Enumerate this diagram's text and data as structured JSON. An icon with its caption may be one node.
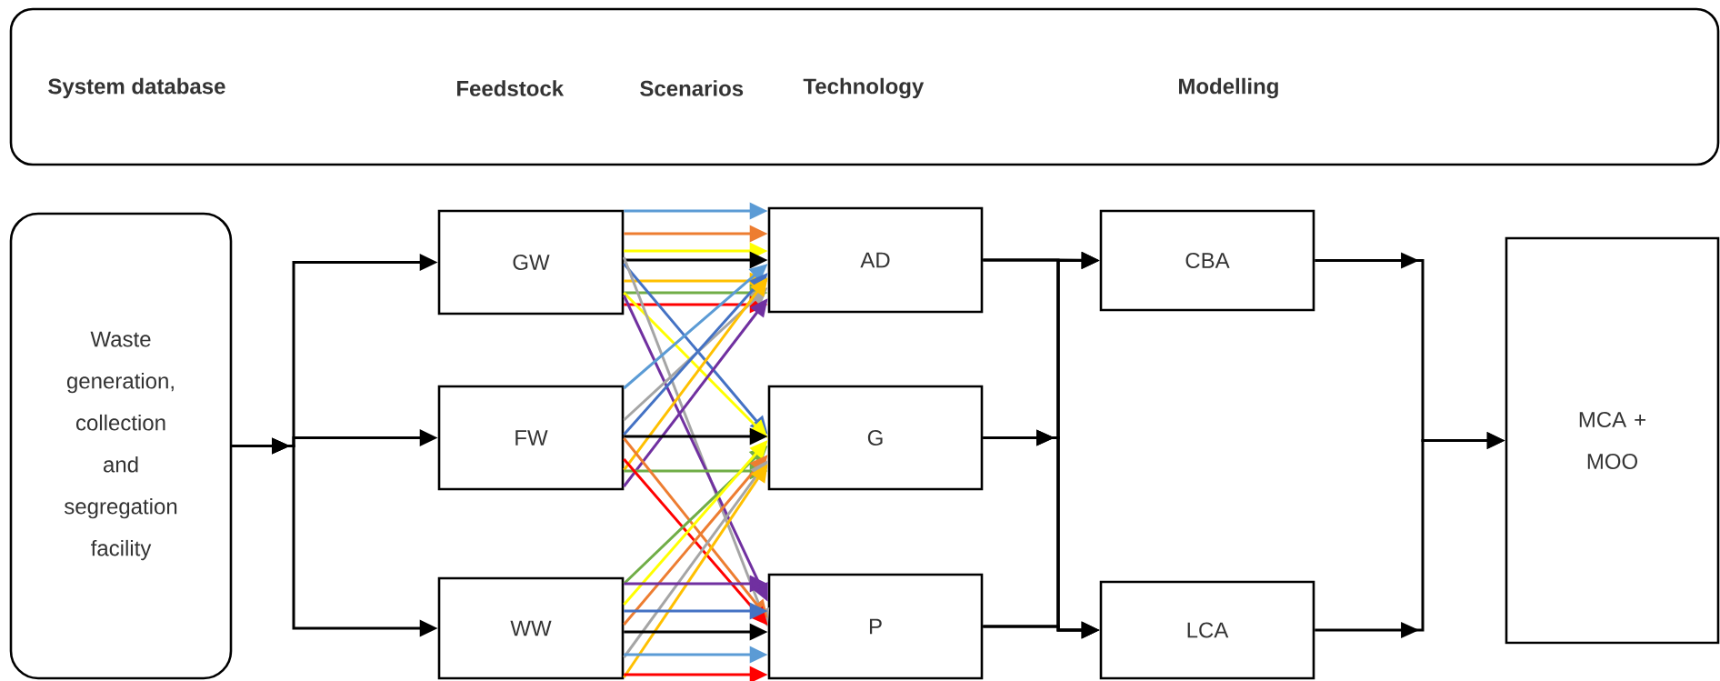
{
  "diagram": {
    "nodes": [
      {
        "text": [
          "System database",
          "Feedstock",
          "Scenarios",
          "Technology",
          "Modelling"
        ]
      },
      {
        "text": [
          "Waste generation, collection and segregation facility"
        ]
      },
      {
        "text": [
          "GW"
        ]
      },
      {
        "text": [
          "FW"
        ]
      },
      {
        "text": [
          "WW"
        ]
      },
      {
        "text": [
          "AD"
        ]
      },
      {
        "text": [
          "G"
        ]
      },
      {
        "text": [
          "P"
        ]
      },
      {
        "text": [
          "CBA"
        ]
      },
      {
        "text": [
          "LCA"
        ]
      },
      {
        "text": [
          "MCA + MOO"
        ]
      }
    ],
    "edges": [
      {
        "from": 1,
        "to": 2,
        "arrow": "to"
      },
      {
        "from": 1,
        "to": 3,
        "arrow": "to"
      },
      {
        "from": 1,
        "to": 4,
        "arrow": "to"
      },
      {
        "from": 2,
        "to": 5,
        "arrow": "to",
        "color": "#5b9bd5"
      },
      {
        "from": 2,
        "to": 5,
        "arrow": "to",
        "color": "#ed7d31"
      },
      {
        "from": 2,
        "to": 5,
        "arrow": "to",
        "color": "#ffff00"
      },
      {
        "from": 2,
        "to": 5,
        "arrow": "to"
      },
      {
        "from": 2,
        "to": 5,
        "arrow": "to",
        "color": "#ffc000"
      },
      {
        "from": 2,
        "to": 5,
        "arrow": "to",
        "color": "#70ad47"
      },
      {
        "from": 2,
        "to": 5,
        "arrow": "to",
        "color": "#ff0000"
      },
      {
        "from": 2,
        "to": 6,
        "arrow": "to",
        "color": "#4472c4"
      },
      {
        "from": 2,
        "to": 6,
        "arrow": "to",
        "color": "#ffff00"
      },
      {
        "from": 2,
        "to": 7,
        "arrow": "to",
        "color": "#a5a5a5"
      },
      {
        "from": 2,
        "to": 7,
        "arrow": "to",
        "color": "#7030a0"
      },
      {
        "from": 3,
        "to": 5,
        "arrow": "to",
        "color": "#5b9bd5"
      },
      {
        "from": 3,
        "to": 5,
        "arrow": "to",
        "color": "#a5a5a5"
      },
      {
        "from": 3,
        "to": 5,
        "arrow": "to",
        "color": "#4472c4"
      },
      {
        "from": 3,
        "to": 5,
        "arrow": "to",
        "color": "#ffc000"
      },
      {
        "from": 3,
        "to": 5,
        "arrow": "to",
        "color": "#7030a0"
      },
      {
        "from": 3,
        "to": 6,
        "arrow": "to"
      },
      {
        "from": 3,
        "to": 6,
        "arrow": "to",
        "color": "#70ad47"
      },
      {
        "from": 3,
        "to": 7,
        "arrow": "to",
        "color": "#ed7d31"
      },
      {
        "from": 3,
        "to": 7,
        "arrow": "to",
        "color": "#ff0000"
      },
      {
        "from": 4,
        "to": 6,
        "arrow": "to",
        "color": "#70ad47"
      },
      {
        "from": 4,
        "to": 6,
        "arrow": "to",
        "color": "#ffff00"
      },
      {
        "from": 4,
        "to": 6,
        "arrow": "to",
        "color": "#ed7d31"
      },
      {
        "from": 4,
        "to": 6,
        "arrow": "to",
        "color": "#a5a5a5"
      },
      {
        "from": 4,
        "to": 6,
        "arrow": "to",
        "color": "#ffc000"
      },
      {
        "from": 4,
        "to": 7,
        "arrow": "to",
        "color": "#7030a0"
      },
      {
        "from": 4,
        "to": 7,
        "arrow": "to",
        "color": "#4472c4"
      },
      {
        "from": 4,
        "to": 7,
        "arrow": "to"
      },
      {
        "from": 4,
        "to": 7,
        "arrow": "to",
        "color": "#5b9bd5"
      },
      {
        "from": 4,
        "to": 7,
        "arrow": "to",
        "color": "#ff0000"
      },
      {
        "from": 5,
        "to": 8,
        "arrow": "to"
      },
      {
        "from": 5,
        "to": 9,
        "arrow": "to"
      },
      {
        "from": 6,
        "to": 8,
        "arrow": "to"
      },
      {
        "from": 6,
        "to": 9,
        "arrow": "to"
      },
      {
        "from": 7,
        "to": 8,
        "arrow": "to"
      },
      {
        "from": 7,
        "to": 9,
        "arrow": "to"
      },
      {
        "from": 8,
        "to": 10,
        "arrow": "to"
      },
      {
        "from": 9,
        "to": 10,
        "arrow": "to"
      }
    ]
  }
}
